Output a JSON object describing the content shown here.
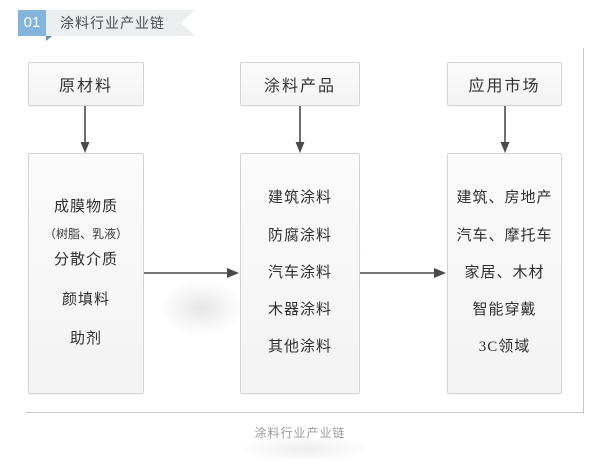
{
  "header": {
    "badge_number": "01",
    "title": "涂料行业产业链",
    "badge_color": "#82b4dc",
    "ribbon_color": "#eceef0"
  },
  "chart_data": {
    "type": "diagram",
    "title": "涂料行业产业链",
    "columns": [
      {
        "heading": "原材料",
        "items": [
          {
            "text": "成膜物质",
            "sub": "（树脂、乳液）"
          },
          {
            "text": "分散介质",
            "sub": ""
          },
          {
            "text": "颜填料",
            "sub": ""
          },
          {
            "text": "助剂",
            "sub": ""
          }
        ]
      },
      {
        "heading": "涂料产品",
        "items": [
          {
            "text": "建筑涂料",
            "sub": ""
          },
          {
            "text": "防腐涂料",
            "sub": ""
          },
          {
            "text": "汽车涂料",
            "sub": ""
          },
          {
            "text": "木器涂料",
            "sub": ""
          },
          {
            "text": "其他涂料",
            "sub": ""
          }
        ]
      },
      {
        "heading": "应用市场",
        "items": [
          {
            "text": "建筑、房地产",
            "sub": ""
          },
          {
            "text": "汽车、摩托车",
            "sub": ""
          },
          {
            "text": "家居、木材",
            "sub": ""
          },
          {
            "text": "智能穿戴",
            "sub": ""
          },
          {
            "text": "3C领域",
            "sub": ""
          }
        ]
      }
    ],
    "flow_arrows": [
      {
        "from": "原材料",
        "to": "涂料产品",
        "direction": "right"
      },
      {
        "from": "涂料产品",
        "to": "应用市场",
        "direction": "right"
      }
    ],
    "heading_arrows": [
      {
        "from": "原材料",
        "direction": "down"
      },
      {
        "from": "涂料产品",
        "direction": "down"
      },
      {
        "from": "应用市场",
        "direction": "down"
      }
    ],
    "box_border_color": "#d2d4d6",
    "box_fill_color": "#f5f5f5",
    "arrow_color": "#4a4a4a"
  },
  "caption": "涂料行业产业链"
}
